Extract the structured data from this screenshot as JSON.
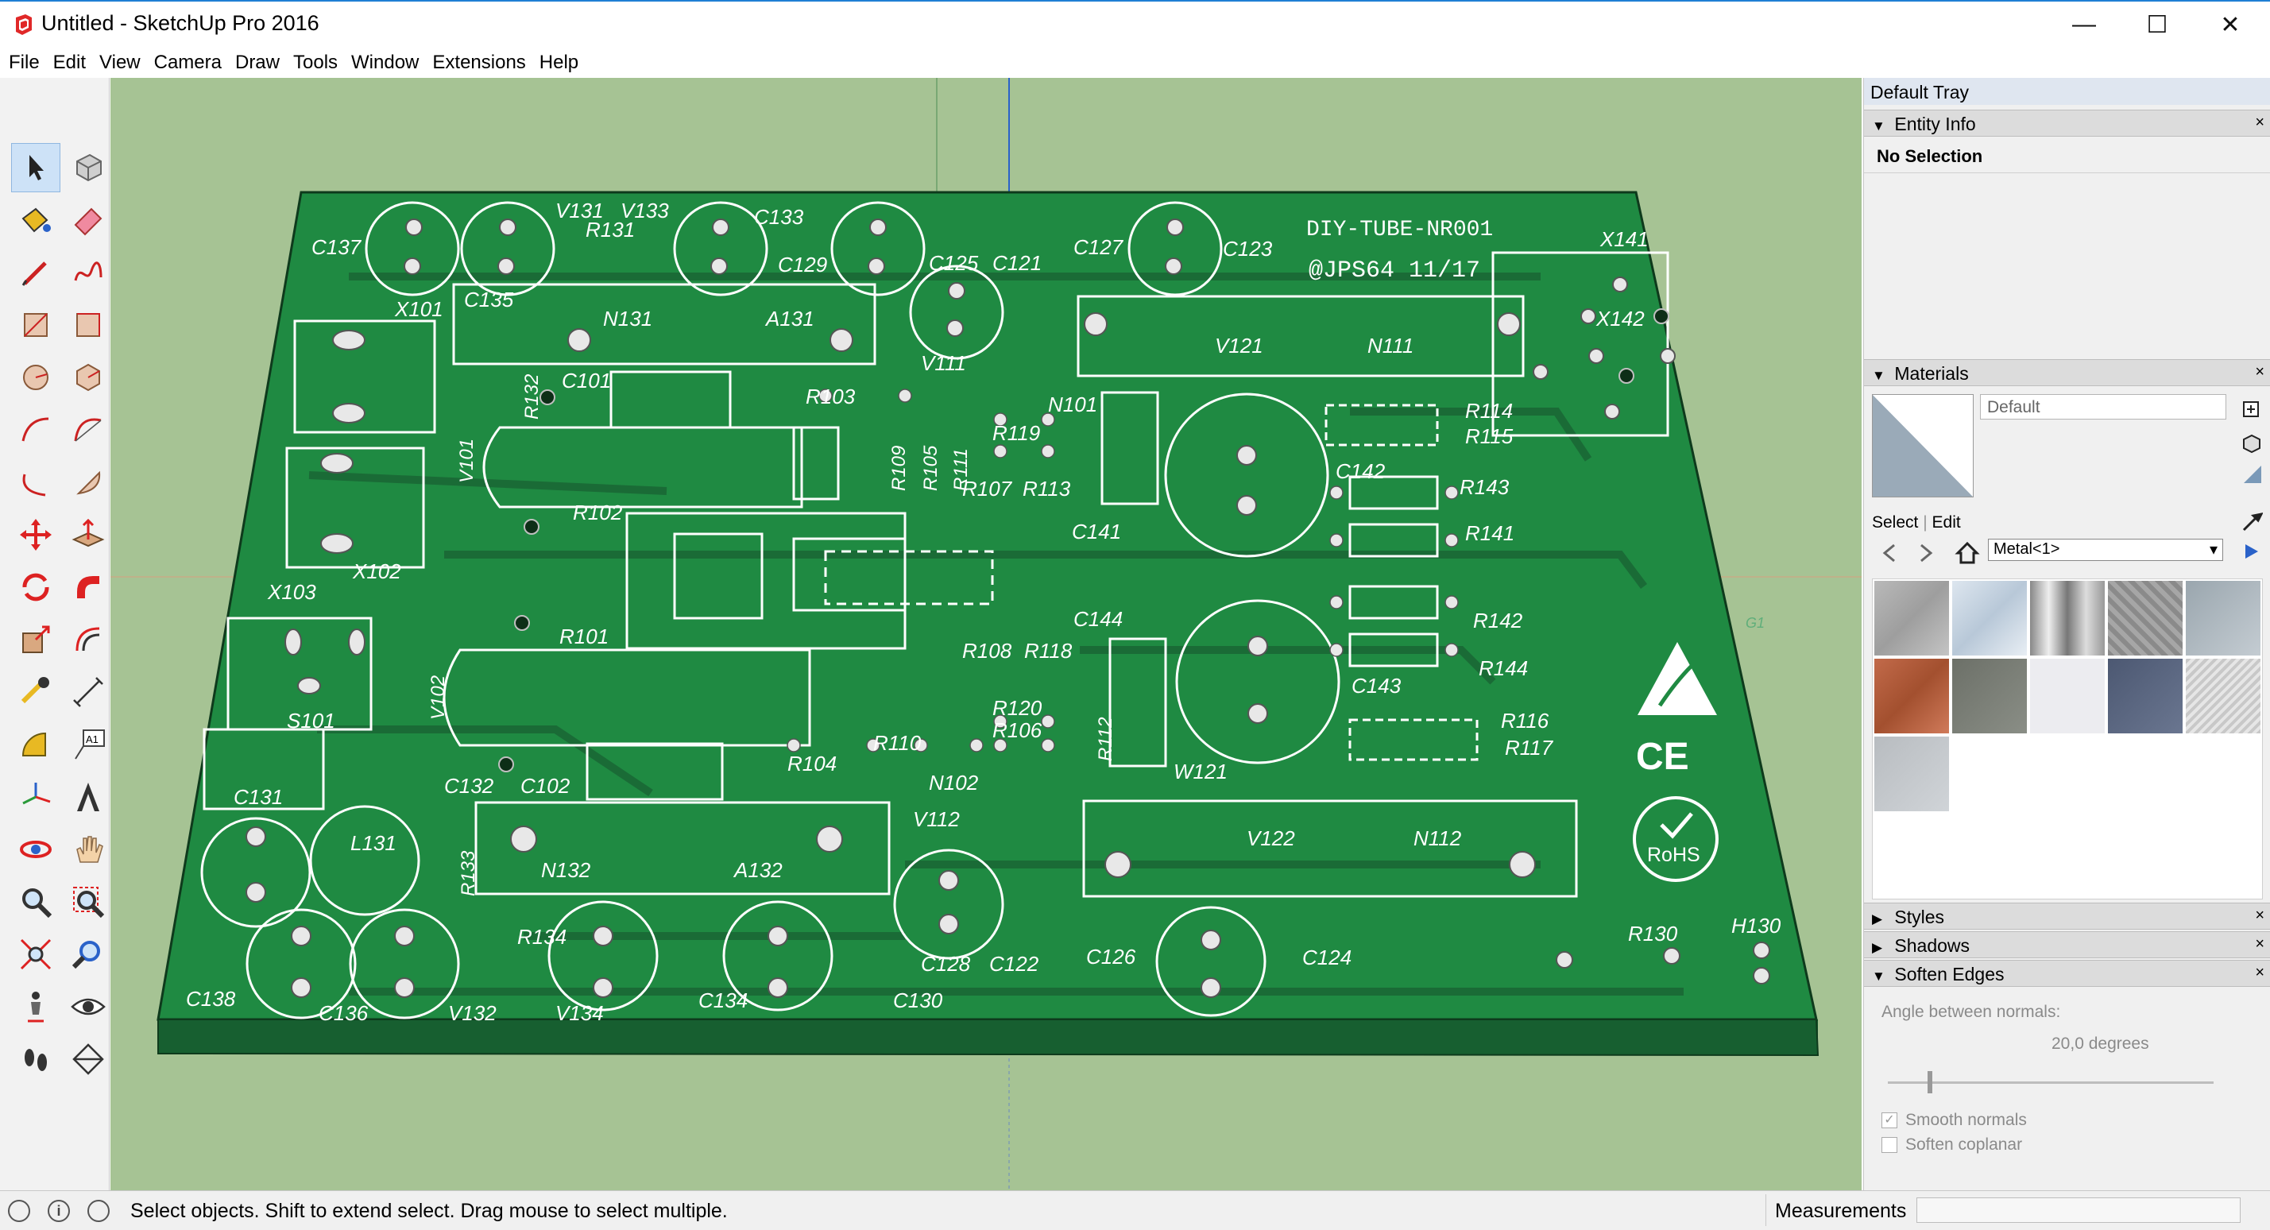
{
  "window": {
    "title": "Untitled - SketchUp Pro 2016",
    "minimize": "—",
    "maximize": "☐",
    "close": "✕"
  },
  "menu": [
    "File",
    "Edit",
    "View",
    "Camera",
    "Draw",
    "Tools",
    "Window",
    "Extensions",
    "Help"
  ],
  "toolbar": {
    "tools": [
      "select-tool",
      "make-component-tool",
      "paint-bucket-tool",
      "eraser-tool",
      "line-tool",
      "freehand-tool",
      "rectangle-tool",
      "rotated-rectangle-tool",
      "circle-tool",
      "polygon-tool",
      "arc-tool",
      "two-point-arc-tool",
      "three-point-arc-tool",
      "pie-tool",
      "move-tool",
      "push-pull-tool",
      "rotate-tool",
      "follow-me-tool",
      "scale-tool",
      "offset-tool",
      "tape-measure-tool",
      "dimension-tool",
      "protractor-tool",
      "text-tool",
      "axes-tool",
      "3d-text-tool",
      "orbit-tool",
      "pan-tool",
      "zoom-tool",
      "zoom-window-tool",
      "zoom-extents-tool",
      "previous-view-tool",
      "position-camera-tool",
      "look-around-tool",
      "walk-tool",
      "section-plane-tool"
    ],
    "text_tool_glyph": "A1"
  },
  "pcb": {
    "title": "DIY-TUBE-NR001",
    "subtitle": "@JPS64 11/17",
    "ce_mark": "CE",
    "rohs_mark": "RoHS",
    "labels": {
      "C137": "C137",
      "C135": "C135",
      "V131": "V131",
      "V133": "V133",
      "R131": "R131",
      "C133": "C133",
      "C129": "C129",
      "C125": "C125",
      "C121": "C121",
      "C127": "C127",
      "C123": "C123",
      "X141": "X141",
      "X142": "X142",
      "X101": "X101",
      "R132": "R132",
      "N131": "N131",
      "A131": "A131",
      "V111": "V111",
      "V121": "V121",
      "N111": "N111",
      "C101": "C101",
      "R103": "R103",
      "R109": "R109",
      "R105": "R105",
      "R111": "R111",
      "N101": "N101",
      "R119": "R119",
      "R114": "R114",
      "R115": "R115",
      "V101": "V101",
      "C142": "C142",
      "R143": "R143",
      "R107": "R107",
      "R113": "R113",
      "R102": "R102",
      "C141": "C141",
      "R141": "R141",
      "X102": "X102",
      "X103": "X103",
      "R101": "R101",
      "C144": "C144",
      "R142": "R142",
      "R144": "R144",
      "R108": "R108",
      "R118": "R118",
      "C143": "C143",
      "V102": "V102",
      "R120": "R120",
      "R106": "R106",
      "R112": "R112",
      "R116": "R116",
      "R117": "R117",
      "S101": "S101",
      "R110": "R110",
      "R104": "R104",
      "W121": "W121",
      "C131": "C131",
      "C132": "C132",
      "C102": "C102",
      "N102": "N102",
      "L131": "L131",
      "V112": "V112",
      "V122": "V122",
      "N112": "N112",
      "R133": "R133",
      "N132": "N132",
      "A132": "A132",
      "R134": "R134",
      "C128": "C128",
      "C122": "C122",
      "C126": "C126",
      "C124": "C124",
      "R130": "R130",
      "H130": "H130",
      "C138": "C138",
      "C136": "C136",
      "V132": "V132",
      "V134": "V134",
      "C134": "C134",
      "C130": "C130",
      "edge_tag": "G1"
    }
  },
  "tray": {
    "title": "Default Tray",
    "entity_info": {
      "label": "Entity Info",
      "selection": "No Selection"
    },
    "materials": {
      "label": "Materials",
      "name": "Default",
      "tab_select": "Select",
      "tab_edit": "Edit",
      "collection": "Metal<1>"
    },
    "styles": "Styles",
    "shadows": "Shadows",
    "soften_edges": {
      "label": "Soften Edges",
      "angle_label": "Angle between normals:",
      "angle_value": "20,0  degrees",
      "smooth_normals": "Smooth normals",
      "soften_coplanar": "Soften coplanar",
      "smooth_normals_checked": true,
      "soften_coplanar_checked": false
    },
    "close_glyph": "×",
    "expanded_glyph": "▼",
    "collapsed_glyph": "▶"
  },
  "status": {
    "message": "Select objects. Shift to extend select. Drag mouse to select multiple.",
    "info_glyph": "i",
    "measurements_label": "Measurements",
    "measurements_value": ""
  },
  "colors": {
    "viewport_bg": "#a6c394",
    "pcb_green": "#1f8a42",
    "pcb_dark": "#1a6b36",
    "silkscreen": "#ffffff",
    "accent_blue": "#1f7fd4"
  }
}
